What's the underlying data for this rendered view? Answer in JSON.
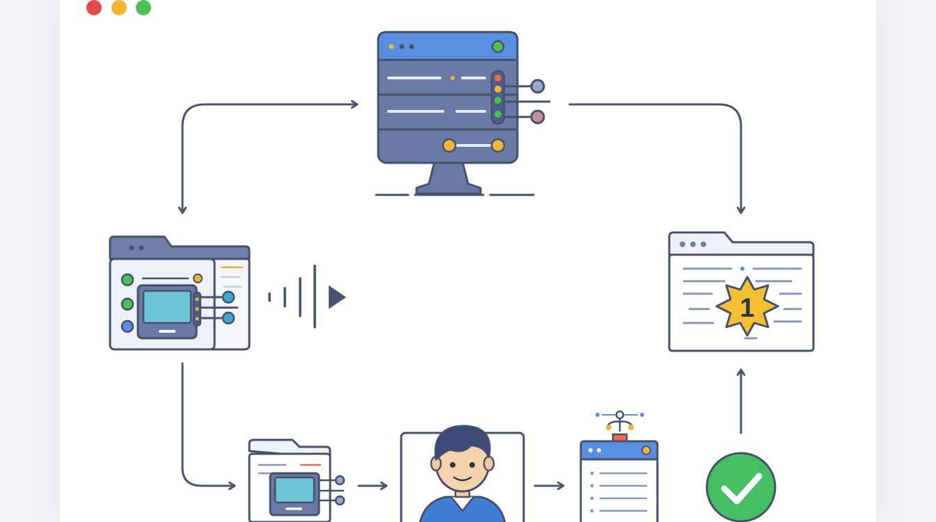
{
  "window": {
    "traffic_lights": {
      "close": "#e34b4b",
      "minimize": "#f2b534",
      "maximize": "#4fbf57"
    }
  },
  "colors": {
    "stroke": "#46506a",
    "arrow": "#4a5470",
    "server_body": "#6a7aa6",
    "server_header": "#5a8ee0",
    "screen_teal": "#6cc6d6",
    "badge_gold": "#f5bf34",
    "check_green": "#46bf64",
    "folder_tab": "#6f7fa8",
    "panel_bg": "#ffffff",
    "page_bg": "#f1f2f5"
  },
  "diagram": {
    "nodes": [
      {
        "id": "server",
        "icon": "server-monitor-icon"
      },
      {
        "id": "app-window-left",
        "icon": "app-window-icon"
      },
      {
        "id": "signal",
        "icon": "signal-wave-icon"
      },
      {
        "id": "badge-window",
        "icon": "badge-window-icon",
        "badge_text": "1"
      },
      {
        "id": "small-window",
        "icon": "small-app-window-icon"
      },
      {
        "id": "user",
        "icon": "user-avatar-icon"
      },
      {
        "id": "document",
        "icon": "document-device-icon"
      },
      {
        "id": "check",
        "icon": "checkmark-icon"
      }
    ]
  }
}
